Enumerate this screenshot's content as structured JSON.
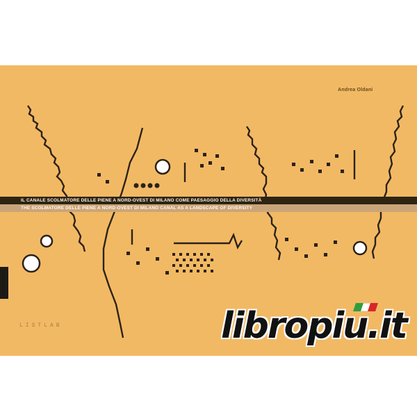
{
  "cover": {
    "author": "Andrea Oldani",
    "title_it": "IL CANALE SCOLMATORE DELLE PIENE A NORD-OVEST DI MILANO COME PAESAGGIO DELLA DIVERSITÀ",
    "title_en": "THE SCOLMATORE DELLE PIENE A NORD-OVEST DI MILANO CANAL AS A LANDSCAPE OF DIVERSITY",
    "publisher": "LISTLAB",
    "background_color": "#f2b964"
  },
  "watermark": {
    "text": "libropiu.it",
    "flag_colors": [
      "#2e9e3e",
      "#ffffff",
      "#d62828"
    ]
  }
}
